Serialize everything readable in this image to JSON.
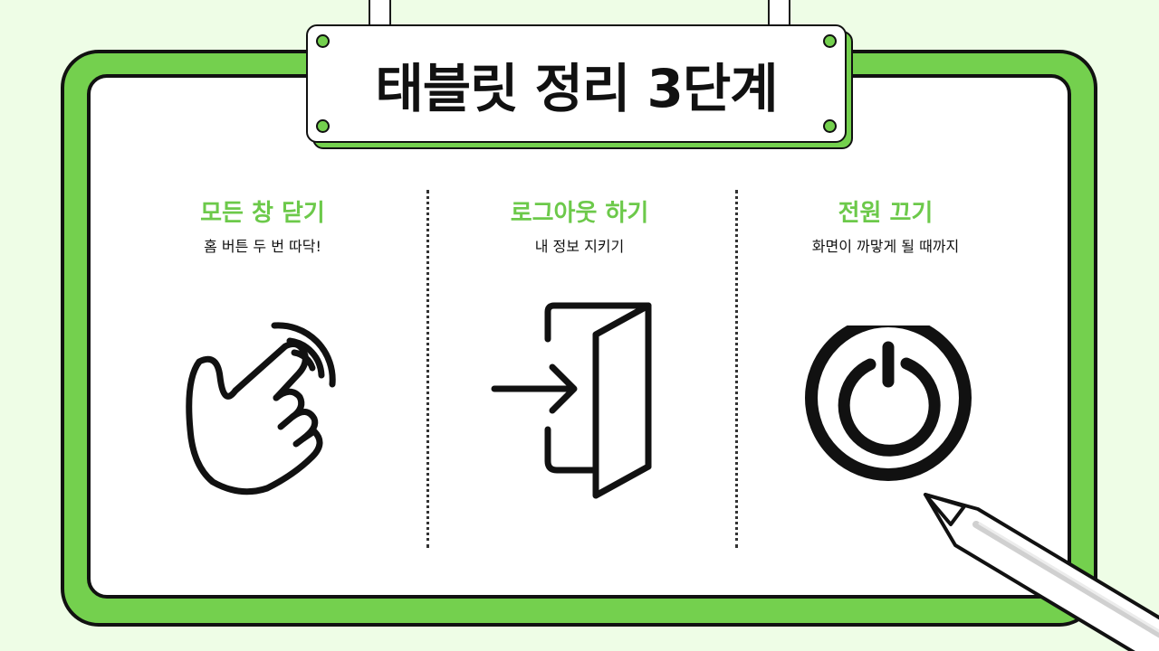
{
  "title": "태블릿 정리 3단계",
  "colors": {
    "background": "#eefde6",
    "frame_green": "#74d04e",
    "heading_green": "#6cc94a",
    "outline": "#111111",
    "panel": "#ffffff"
  },
  "steps": [
    {
      "title": "모든 창 닫기",
      "subtitle": "홈 버튼 두 번 따닥!",
      "icon": "double-tap-hand-icon"
    },
    {
      "title": "로그아웃 하기",
      "subtitle": "내 정보 지키기",
      "icon": "logout-door-icon"
    },
    {
      "title": "전원 끄기",
      "subtitle": "화면이 까맣게 될 때까지",
      "icon": "power-icon"
    }
  ],
  "decoration": {
    "stylus": "stylus-pen-icon"
  }
}
